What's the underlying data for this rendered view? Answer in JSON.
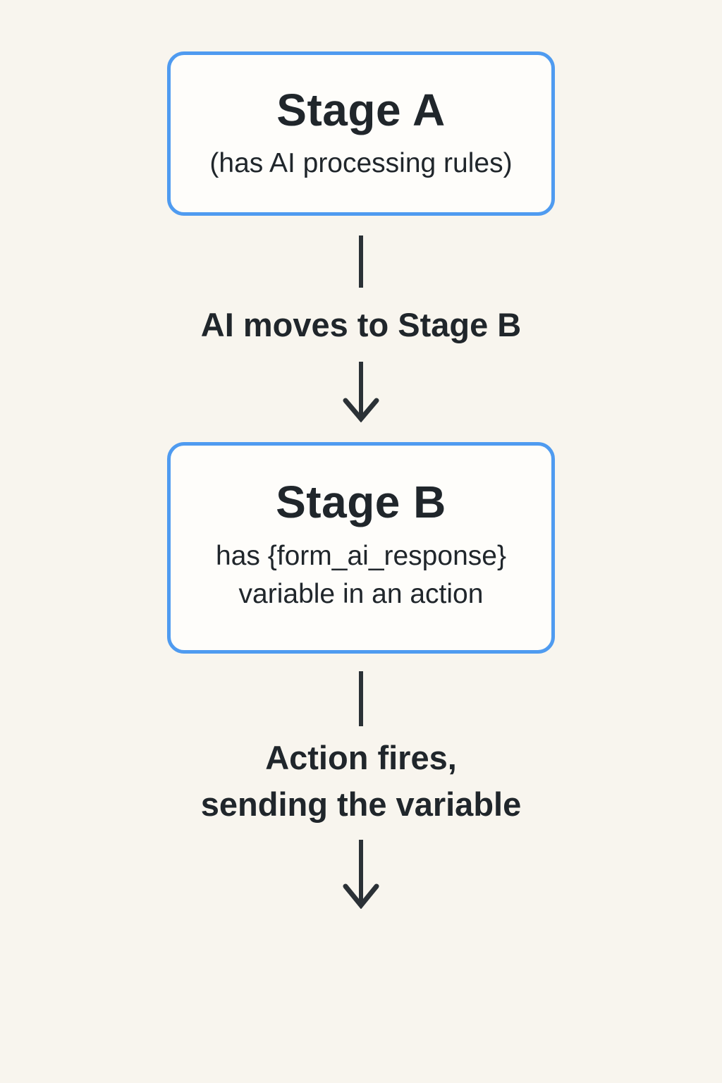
{
  "diagram": {
    "stage_a": {
      "title": "Stage A",
      "subtitle": "(has AI processing rules)"
    },
    "edge_1": {
      "label": "AI moves to Stage B"
    },
    "stage_b": {
      "title": "Stage B",
      "subtitle_line_1": "has {form_ai_response}",
      "subtitle_line_2": "variable in an action"
    },
    "edge_2": {
      "label_line_1": "Action fires,",
      "label_line_2": "sending the variable"
    }
  },
  "colors": {
    "background": "#f8f5ee",
    "node_fill": "#fefdfa",
    "node_border": "#4f9bf0",
    "text": "#20262b",
    "arrow": "#2b3136"
  },
  "icons": {
    "connector": "vertical-line",
    "arrowhead": "chevron-down"
  }
}
